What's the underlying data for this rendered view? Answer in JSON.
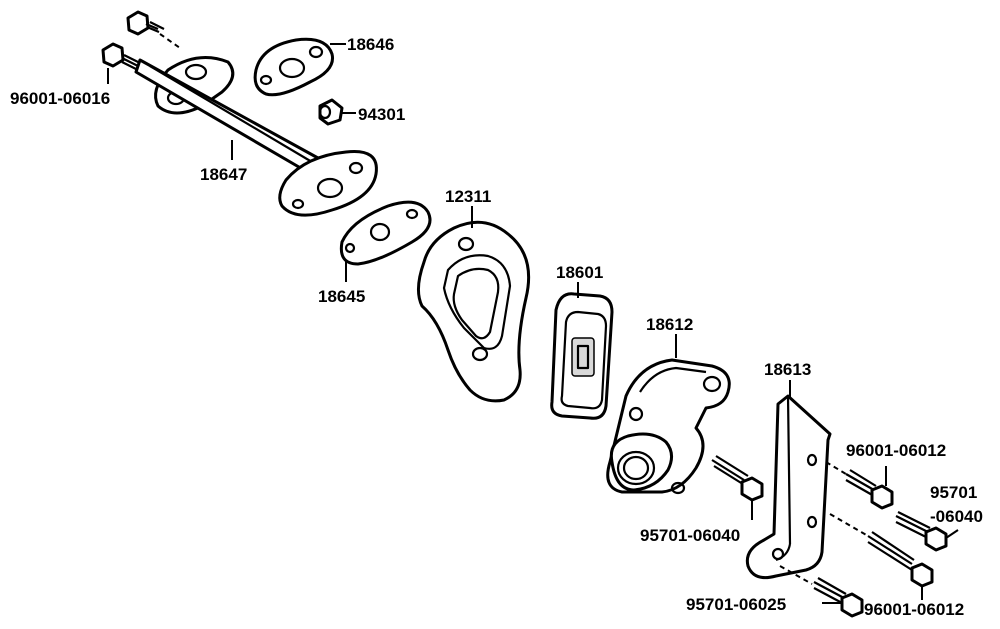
{
  "labels": {
    "l_18646": "18646",
    "l_96001_06016": "96001-06016",
    "l_94301": "94301",
    "l_18647": "18647",
    "l_12311": "12311",
    "l_18645": "18645",
    "l_18601": "18601",
    "l_18612": "18612",
    "l_18613": "18613",
    "l_96001_06012_a": "96001-06012",
    "l_95701": "95701",
    "l_06040": "-06040",
    "l_95701_06040": "95701-06040",
    "l_95701_06025": "95701-06025",
    "l_96001_06012_b": "96001-06012"
  }
}
